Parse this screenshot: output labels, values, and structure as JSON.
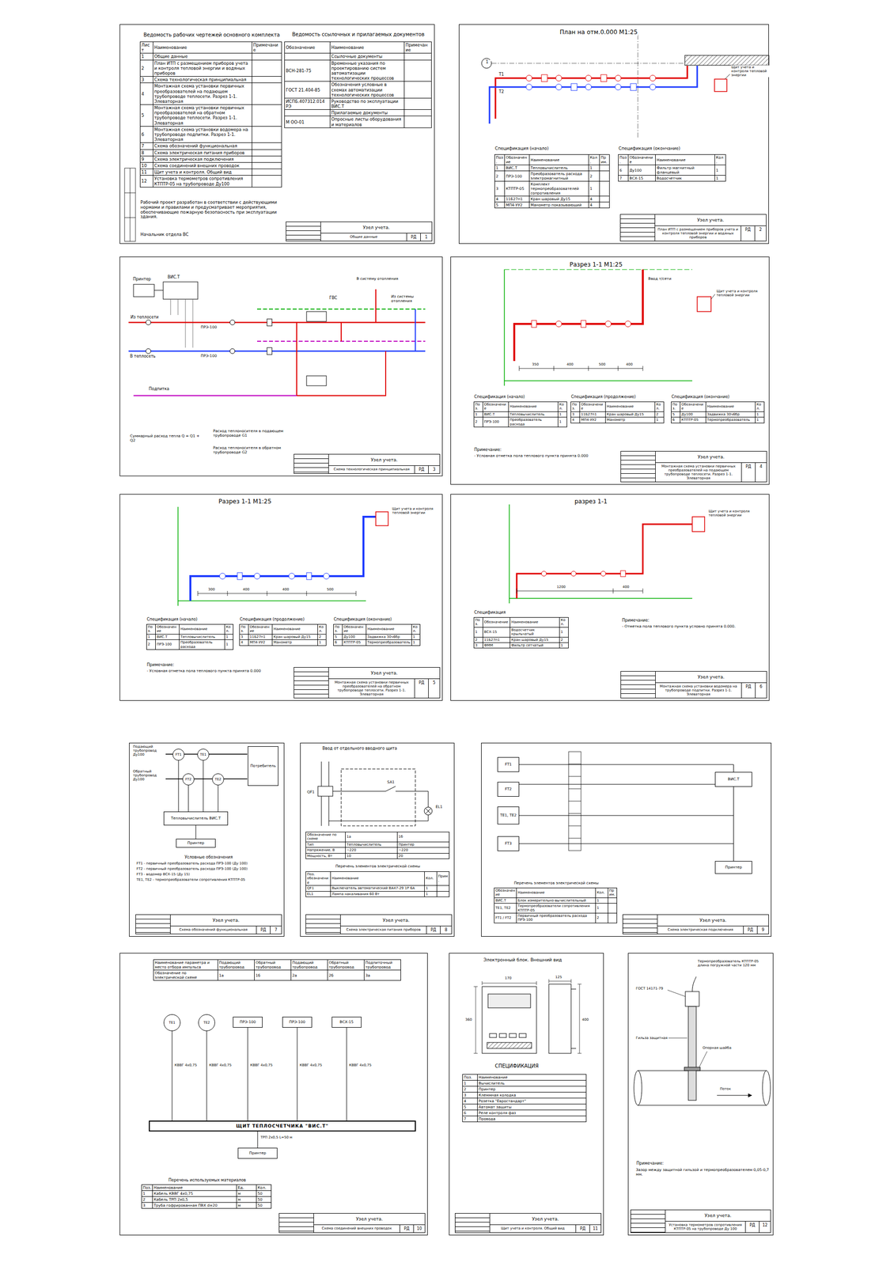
{
  "diagram": {
    "nodes": [
      {
        "text": [
          "Ведомость рабочих чертежей основного комплекта"
        ]
      },
      {
        "text": [
          "Узел учета.",
          "Общие данные",
          "РД",
          "1"
        ],
        "in": 0
      },
      {
        "text": [
          "План на отм.0.000 М1:25"
        ]
      },
      {
        "text": [
          "Узел учета.",
          "План ИТП с размещением приборов учета и контроля тепловой энергии и водяных приборов",
          "РД",
          "2"
        ],
        "in": 2
      },
      {
        "text": [
          "Из теплосети"
        ]
      },
      {
        "text": [
          "Узел учета.",
          "Схема технологическая принципиальная",
          "РД",
          "3"
        ],
        "in": 4
      },
      {
        "text": [
          "Разрез 1-1 М1:25"
        ]
      },
      {
        "text": [
          "Узел учета.",
          "Монтажная схема установки первичных преобразователей на подающем трубопроводе теплосети. Разрез 1-1. Элеваторная",
          "РД",
          "4"
        ],
        "in": 6
      },
      {
        "text": [
          "Разрез 1-1 М1:25"
        ]
      },
      {
        "text": [
          "Узел учета.",
          "Монтажная схема установки первичных преобразователей на обратном трубопроводе теплосети. Разрез 1-1. Элеваторная",
          "РД",
          "5"
        ],
        "in": 8
      },
      {
        "text": [
          "разрез 1-1"
        ]
      },
      {
        "text": [
          "Узел учета.",
          "Монтажная схема установки водомера на трубопроводе подпитки. Разрез 1-1. Элеваторная",
          "РД",
          "6"
        ],
        "in": 10
      },
      {
        "text": [
          "Условные обозначения"
        ]
      },
      {
        "text": [
          "FT1"
        ],
        "in": 12
      },
      {
        "text": [
          "TE1"
        ],
        "in": 12
      },
      {
        "text": [
          "FT2"
        ],
        "in": 12
      },
      {
        "text": [
          "TE2"
        ],
        "in": 12
      },
      {
        "text": [
          "Потребитель"
        ],
        "in": 12
      },
      {
        "text": [
          "Тепловычислитель ВИС.Т"
        ],
        "in": 12
      },
      {
        "text": [
          "Принтер"
        ],
        "in": 12
      },
      {
        "text": [
          "Узел учета.",
          "Схема обозначений функциональная",
          "РД",
          "7"
        ],
        "in": 12
      },
      {
        "text": [
          "Ввод от отдельного вводного щита"
        ]
      },
      {
        "text": [
          "Узел учета.",
          "Схема электрическая питания приборов",
          "РД",
          "8"
        ],
        "in": 21
      },
      {
        "text": [
          "Перечень элементов электрической схемы"
        ]
      },
      {
        "text": [
          "FT1"
        ],
        "in": 23
      },
      {
        "text": [
          "FT2"
        ],
        "in": 23
      },
      {
        "text": [
          "TE1, TE2"
        ],
        "in": 23
      },
      {
        "text": [
          "FT3"
        ],
        "in": 23
      },
      {
        "text": [
          "ВИС.Т"
        ],
        "in": 23
      },
      {
        "text": [
          "Принтер"
        ],
        "in": 23
      },
      {
        "text": [
          "Узел учета.",
          "Схема электрическая подключения",
          "РД",
          "9"
        ],
        "in": 23
      },
      {
        "text": [
          "Перечень используемых материалов"
        ]
      },
      {
        "text": [
          "TE1"
        ],
        "in": 31
      },
      {
        "text": [
          "TE2"
        ],
        "in": 31
      },
      {
        "text": [
          "ПРЭ-100"
        ],
        "in": 31
      },
      {
        "text": [
          "ПРЭ-100"
        ],
        "in": 31
      },
      {
        "text": [
          "ВСХ-15"
        ],
        "in": 31
      },
      {
        "text": [
          "ЩИТ ТЕПЛОСЧЕТЧИКА \"ВИС.Т\""
        ],
        "in": 31
      },
      {
        "text": [
          "Принтер"
        ],
        "in": 31
      },
      {
        "text": [
          "Узел учета.",
          "Схема соединений внешних проводок",
          "РД",
          "10"
        ],
        "in": 31
      },
      {
        "text": [
          "Электронный блок. Внешний вид"
        ]
      },
      {
        "text": [
          "Узел учета.",
          "Щит учета и контроля. Общий вид",
          "РД",
          "11"
        ],
        "in": 40
      },
      {
        "text": [
          "Примечание:"
        ]
      },
      {
        "text": [
          "Узел учета.",
          "Установка термометров сопротивления КТПТР-05 на трубопроводе Ду 100",
          "РД",
          "12"
        ],
        "in": 42
      }
    ],
    "edges": [
      {
        "from": 13,
        "to": 18,
        "arrow": "none"
      },
      {
        "from": 14,
        "to": 18,
        "arrow": "none"
      },
      {
        "from": 15,
        "to": 18,
        "arrow": "none"
      },
      {
        "from": 16,
        "to": 18,
        "arrow": "none"
      },
      {
        "from": 18,
        "to": 19,
        "arrow": "none"
      },
      {
        "from": 24,
        "to": 28,
        "arrow": "none"
      },
      {
        "from": 25,
        "to": 28,
        "arrow": "none"
      },
      {
        "from": 26,
        "to": 28,
        "arrow": "none"
      },
      {
        "from": 27,
        "to": 28,
        "arrow": "none"
      },
      {
        "from": 28,
        "to": 29,
        "arrow": "none"
      },
      {
        "from": 32,
        "to": 37,
        "arrow": "none"
      },
      {
        "from": 33,
        "to": 37,
        "arrow": "none"
      },
      {
        "from": 34,
        "to": 37,
        "arrow": "none"
      },
      {
        "from": 35,
        "to": 37,
        "arrow": "none"
      },
      {
        "from": 36,
        "to": 37,
        "arrow": "none"
      },
      {
        "from": 37,
        "to": 38,
        "arrow": "none"
      }
    ],
    "labels": [
      "Лист",
      "Наименование",
      "Примечание",
      "1",
      "Общие данные",
      "2",
      "План ИТП с размещением приборов учета и контроля тепловой энергии и водяных приборов",
      "3",
      "Схема технологическая принципиальная",
      "4",
      "Монтажная схема установки первичных преобразователей на подающем трубопроводе теплосети. Разрез 1-1. Элеваторная",
      "5",
      "Монтажная схема установки первичных преобразователей на обратном трубопроводе теплосети. Разрез 1-1. Элеваторная",
      "6",
      "Монтажная схема установки водомера на трубопроводе подпитки. Разрез 1-1. Элеваторная",
      "7",
      "Схема обозначений функциональная",
      "8",
      "Схема электрическая питания приборов",
      "9",
      "Схема электрическая подключения",
      "10",
      "Схема соединений внешних проводок",
      "11",
      "Щит учета и контроля. Общий вид",
      "12",
      "Установка термометров сопротивления КТПТР-05 на трубопроводе Ду100",
      "Ведомость ссылочных и прилагаемых документов",
      "Обозначение",
      "Наименование",
      "Примечание",
      "Ссылочные документы",
      "ВСН-281-75",
      "Временные указания по проектированию систем автоматизации технологических процессов",
      "ГОСТ 21.404-85",
      "Обозначения условные в схемах автоматизации технологических процессов",
      "ИСПБ.407312.014 РЭ",
      "Руководство по эксплуатации ВИС.Т",
      "Прилагаемые документы",
      "М ОО-01",
      "Опросные листы оборудования и материалов",
      "Рабочий проект разработан в соответствии с действующими нормами и правилами и предусматривает мероприятия, обеспечивающие пожарную безопасность при эксплуатации здания.",
      "Начальник отдела ВС",
      "1",
      "Т1",
      "Т2",
      "Щит учета и контроля тепловой энергии",
      "Спецификация (начало)",
      "Спецификация (окончание)",
      "Поз.",
      "Обозначение",
      "Наименование",
      "Кол.",
      "Прим.",
      "1",
      "ВИС.Т",
      "Тепловычислитель",
      "1",
      "2",
      "ПРЭ-100",
      "Преобразователь расхода электромагнитный",
      "2",
      "3",
      "КТПТР-05",
      "Комплект термопреобразователей сопротивления",
      "1",
      "4",
      "11Б27п1",
      "Кран шаровый Ду15",
      "4",
      "5",
      "МП4-УУ2",
      "Манометр показывающий",
      "4",
      "Поз.",
      "Обозначение",
      "Наименование",
      "Кол.",
      "6",
      "Ду100",
      "Фильтр магнитный фланцевый",
      "1",
      "7",
      "ВСХ-15",
      "Водосчетчик",
      "1",
      "ВИС.Т",
      "Принтер",
      "В теплосеть",
      "ПРЭ-100",
      "ПРЭ-100",
      "ГВС",
      "В систему отопления",
      "Из системы отопления",
      "Подпитка",
      "Суммарный расход тепла Q = Q1 + Q2",
      "Расход теплоносителя в подающем трубопроводе G1",
      "Расход теплоносителя в обратном трубопроводе G2",
      "Щит учета и контроля тепловой энергии",
      "Ввод т/сети",
      "350",
      "400",
      "500",
      "400",
      "Спецификация (начало)",
      "Спецификация (продолжение)",
      "Спецификация (окончание)",
      "Примечание:",
      "- Условная отметка пола теплового пункта принята 0.000",
      "Поз.",
      "Обозначение",
      "Наименование",
      "Кол.",
      "1",
      "ВИС.Т",
      "Тепловычислитель",
      "1",
      "2",
      "ПРЭ-100",
      "Преобразователь расхода",
      "1",
      "Поз.",
      "Обозначение",
      "Наименование",
      "Кол.",
      "3",
      "11Б27п1",
      "Кран шаровый Ду15",
      "2",
      "4",
      "МП4-УУ2",
      "Манометр",
      "1",
      "Поз.",
      "Обозначение",
      "Наименование",
      "Кол.",
      "5",
      "Ду100",
      "Задвижка 30ч6бр",
      "1",
      "6",
      "КТПТР-05",
      "Термопреобразователь",
      "1",
      "Щит учета и контроля тепловой энергии",
      "300",
      "400",
      "400",
      "500",
      "Спецификация (начало)",
      "Спецификация (продолжение)",
      "Спецификация (окончание)",
      "Примечание:",
      "- Условная отметка пола теплового пункта принята 0.000",
      "Поз.",
      "Обозначение",
      "Наименование",
      "Кол.",
      "1",
      "ВИС.Т",
      "Тепловычислитель",
      "1",
      "2",
      "ПРЭ-100",
      "Преобразователь расхода",
      "1",
      "Поз.",
      "Обозначение",
      "Наименование",
      "Кол.",
      "3",
      "11Б27п1",
      "Кран шаровый Ду15",
      "2",
      "4",
      "МП4-УУ2",
      "Манометр",
      "1",
      "Поз.",
      "Обозначение",
      "Наименование",
      "Кол.",
      "5",
      "Ду100",
      "Задвижка 30ч6бр",
      "1",
      "6",
      "КТПТР-05",
      "Термопреобразователь",
      "1",
      "Щит учета и контроля тепловой энергии",
      "1200",
      "400",
      "Спецификация",
      "Примечание:",
      "- Отметка пола теплового пункта условно принята 0.000.",
      "Поз.",
      "Обозначение",
      "Наименование",
      "Кол.",
      "1",
      "ВСХ-15",
      "Водосчетчик крыльчатый",
      "1",
      "2",
      "11Б27п1",
      "Кран шаровый Ду15",
      "2",
      "3",
      "ФММ",
      "Фильтр сетчатый",
      "1",
      "Подающий трубопровод Ду100",
      "Обратный трубопровод Ду100",
      "FT1 - первичный преобразователь расхода ПРЭ-100 (Ду 100)",
      "FT2 - первичный преобразователь расхода ПРЭ-100 (Ду 100)",
      "FT3 - водомер ВСХ-15 (Ду 15)",
      "TE1, TE2 - термопреобразователи сопротивления КТПТР-05",
      "QF1",
      "SA1",
      "EL1",
      "Перечень элементов электрической схемы",
      "Обозначение по схеме",
      "1а",
      "1б",
      "Тип",
      "Тепловычислитель",
      "Принтер",
      "Напряжение, В",
      "~220",
      "~220",
      "Мощность, Вт",
      "10",
      "20",
      "Поз. обозначение",
      "Наименование",
      "Кол.",
      "Прим.",
      "QF1",
      "Выключатель автоматический ВА47-29 1Р 6А",
      "1",
      "EL1",
      "Лампа накаливания 60 Вт",
      "1",
      "Обозначение",
      "Наименование",
      "Кол.",
      "Прим.",
      "ВИС.Т",
      "Блок измерительно-вычислительный",
      "1",
      "TE1, TE2",
      "Термопреобразователи сопротивления КТПТР-05",
      "1",
      "FT1 / FT2",
      "Первичный преобразователь расхода ПРЭ-100",
      "2",
      "Наименование параметра и место отбора импульса",
      "Подающий трубопровод",
      "Обратный трубопровод",
      "Подающий трубопровод",
      "Обратный трубопровод",
      "Подпиточный трубопровод",
      "Обозначение по электрической схеме",
      "1а",
      "1б",
      "2а",
      "2б",
      "3а",
      "КВВГ 4х0,75",
      "КВВГ 4х0,75",
      "КВВГ 4х0,75",
      "КВВГ 4х0,75",
      "КВВГ 4х0,75",
      "ТРП 2х0,5 L=50 м",
      "Поз.",
      "Наименование",
      "Ед.",
      "Кол.",
      "1",
      "Кабель КВВГ 4х0,75",
      "м",
      "50",
      "2",
      "Кабель ТРП 2х0,5",
      "м",
      "50",
      "3",
      "Труба гофрированная ПВХ d=20",
      "м",
      "50",
      "170",
      "125",
      "360",
      "400",
      "СПЕЦИФИКАЦИЯ",
      "Поз.",
      "Наименование",
      "1",
      "Вычислитель",
      "2",
      "Принтер",
      "3",
      "Клеммная колодка",
      "4",
      "Розетка \"Евростандарт\"",
      "5",
      "Автомат защиты",
      "6",
      "Реле контроля фаз",
      "7",
      "Провода",
      "Термопреобразователь КТПТР-05 длина погружной части 120 мм",
      "ГОСТ 14171-79",
      "Гильза защитная",
      "Опорная шайба",
      "Поток",
      "Зазор между защитной гильзой и термопреобразователем 0,05-0,7 мм."
    ]
  }
}
